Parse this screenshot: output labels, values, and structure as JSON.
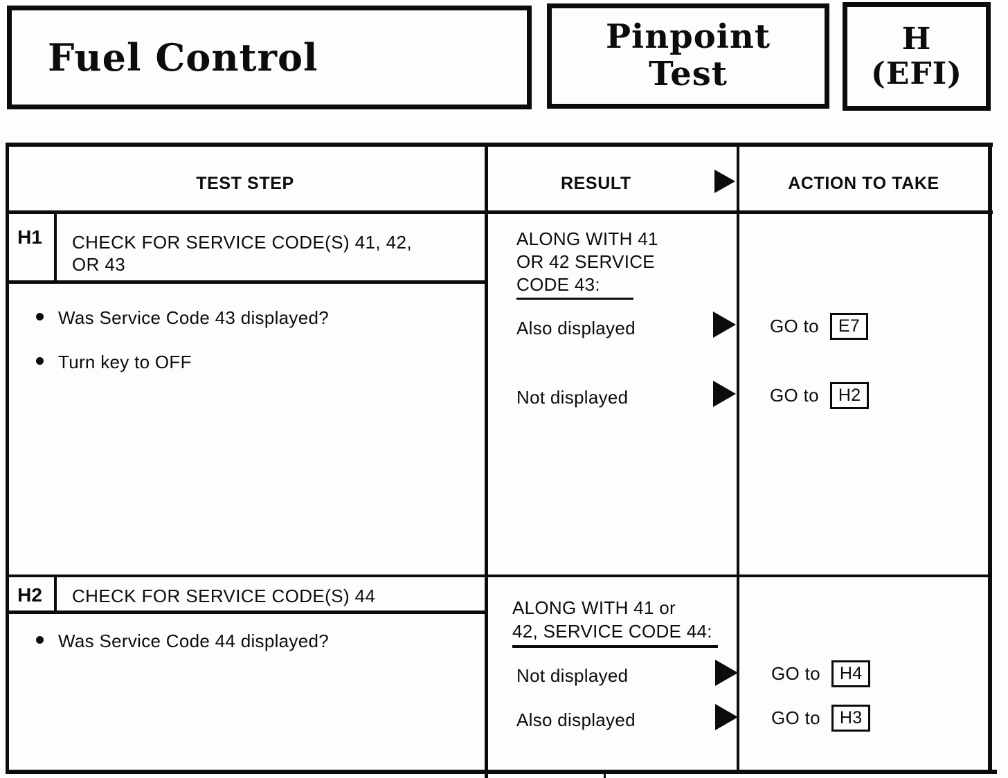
{
  "page": {
    "title": "Fuel Control",
    "pinpoint_label": {
      "line1": "Pinpoint",
      "line2": "Test"
    },
    "test_id": {
      "line1": "H",
      "line2": "(EFI)"
    }
  },
  "table": {
    "headers": {
      "test_step": "TEST STEP",
      "result": "RESULT",
      "action": "ACTION TO TAKE"
    },
    "steps": [
      {
        "id": "H1",
        "title_lines": [
          "CHECK FOR SERVICE CODE(S) 41, 42,",
          "OR 43"
        ],
        "bullets": [
          "Was Service Code 43 displayed?",
          "Turn key to OFF"
        ],
        "result_heading_lines": [
          "ALONG WITH 41",
          "OR 42 SERVICE",
          "CODE 43:"
        ],
        "outcomes": [
          {
            "result": "Also displayed",
            "action_prefix": "GO to",
            "action_target": "E7"
          },
          {
            "result": "Not displayed",
            "action_prefix": "GO to",
            "action_target": "H2"
          }
        ]
      },
      {
        "id": "H2",
        "title_lines": [
          "CHECK FOR SERVICE CODE(S) 44"
        ],
        "bullets": [
          "Was Service Code 44 displayed?"
        ],
        "result_heading_lines": [
          "ALONG WITH 41 or",
          "42, SERVICE CODE 44:"
        ],
        "outcomes": [
          {
            "result": "Not displayed",
            "action_prefix": "GO to",
            "action_target": "H4"
          },
          {
            "result": "Also displayed",
            "action_prefix": "GO to",
            "action_target": "H3"
          }
        ]
      }
    ]
  },
  "colors": {
    "ink": "#0c0c0c",
    "paper": "#fdfdfb"
  }
}
